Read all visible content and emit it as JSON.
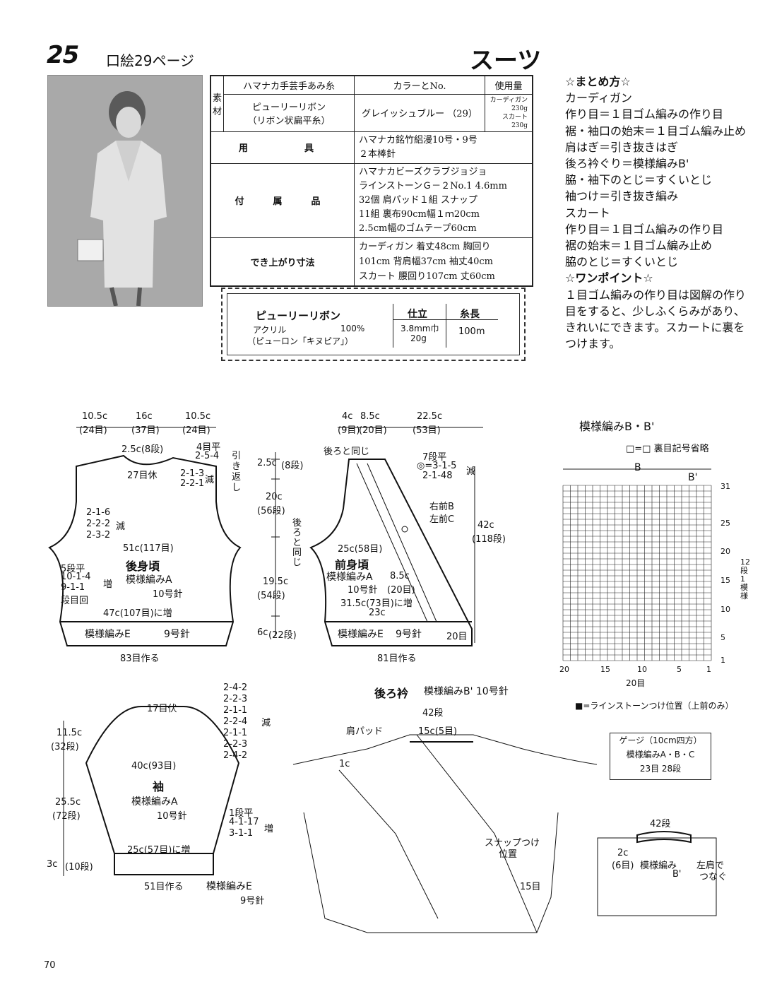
{
  "header": {
    "number": "25",
    "page_ref": "口絵29ページ",
    "title": "スーツ"
  },
  "materials": {
    "col_yarn": "ハマナカ手芸手あみ糸",
    "col_color": "カラーとNo.",
    "col_amount": "使用量",
    "row_label": "素材",
    "yarn_name": "ピューリーリボン",
    "yarn_sub": "（リボン状扁平糸）",
    "color": "グレイッシュブルー （29）",
    "amount_1": "カーディガン 230g",
    "amount_2": "スカート230g",
    "tools_label": "用　　具",
    "tools_1": "ハマナカ銘竹絽漫10号・9号",
    "tools_2": "２本棒針",
    "acc_label": "付　属　品",
    "acc_1": "ハマナカビーズクラブジョジョ",
    "acc_2": "ラインストーンＧ－２No.1 4.6mm",
    "acc_3": "32個 肩パッド１組 スナップ",
    "acc_4": "11組 裏布90cm幅１ｍ20cm",
    "acc_5": "2.5cm幅のゴムテープ60cm",
    "size_label": "でき上がり寸法",
    "size_1": "カーディガン 着丈48cm 胸回り",
    "size_2": "101cm 背肩幅37cm 袖丈40cm",
    "size_3": "スカート 腰回り107cm 丈60cm"
  },
  "yarn_info": {
    "name": "ピューリーリボン",
    "fiber": "アクリル",
    "pct": "100%",
    "brand": "（ピューロン「キヌピア」）",
    "h_finish": "仕立",
    "h_length": "糸長",
    "finish": "3.8mm巾",
    "weight": "20g",
    "length": "100m"
  },
  "notes": [
    "☆まとめ方☆",
    "カーディガン",
    "作り目＝１目ゴム編みの作り目",
    "裾・袖口の始末＝１目ゴム編み止め",
    "肩はぎ＝引き抜きはぎ",
    "後ろ衿ぐり＝模様編みB'",
    "脇・袖下のとじ＝すくいとじ",
    "袖つけ＝引き抜き編み",
    "スカート",
    "作り目＝１目ゴム編みの作り目",
    "裾の始末＝１目ゴム編み止め",
    "脇のとじ＝すくいとじ",
    "☆ワンポイント☆",
    "１目ゴム編みの作り目は図解の作り",
    "目をすると、少しふくらみがあり、",
    "きれいにできます。スカートに裏を",
    "つけます。"
  ],
  "back": {
    "w1": "10.5c",
    "w1s": "(24目)",
    "w2": "16c",
    "w2s": "(37目)",
    "w3": "10.5c",
    "w3s": "(24目)",
    "neck": "2.5c(8段)",
    "rest": "27目休",
    "sh": "4目平",
    "sh2": "2-5-4",
    "sh3": "引き返し",
    "dec1": "2-1-3",
    "dec2": "2-2-1",
    "dec_mark": "減",
    "arm1": "2-1-6",
    "arm2": "2-2-2",
    "arm3": "2-3-2",
    "chest": "51c(117目)",
    "inc0": "5段平",
    "inc1": "10-1-4",
    "inc2": "9-1-1",
    "inc3": "段目回",
    "inc_mark": "増",
    "name": "後身頃",
    "pat": "模様編みA",
    "needle": "10号針",
    "hem": "47c(107目)に増",
    "rib": "模様編みE",
    "rib_needle": "9号針",
    "cast": "83目作る"
  },
  "vert": {
    "a": "2.5c",
    "as": "(8段)",
    "b": "20c",
    "bs": "(56段)",
    "c": "19.5c",
    "cs": "(54段)",
    "d": "6c",
    "ds": "(22段)"
  },
  "front": {
    "w1": "4c",
    "w1s": "(9目)",
    "w2": "8.5c",
    "w2s": "(20目)",
    "w3": "22.5c",
    "w3s": "(53目)",
    "same": "後ろと同じ",
    "same2": "後ろと同じ",
    "s1": "7段平",
    "s2": "◎=3-1-5",
    "s3": "2-1-48",
    "s_mark": "減",
    "rb": "右前B",
    "lc": "左前C",
    "h": "42c",
    "hs": "(118段)",
    "chest": "25c(58目)",
    "name": "前身頃",
    "pat": "模様編みA",
    "needle": "10号針",
    "d1": "8.5c",
    "d1s": "(20目)",
    "hem": "31.5c(73目)に増",
    "hem2": "23c",
    "rib": "模様編みE",
    "rib_needle": "9号針",
    "side": "20目",
    "cast": "81目作る"
  },
  "chart": {
    "title": "模様編みB・B'",
    "legend": "□=□ 裏目記号省略",
    "b": "B",
    "b2": "B'",
    "r31": "31",
    "r25": "25",
    "r20": "20",
    "r15": "15",
    "r10": "10",
    "r5": "5",
    "r1": "1",
    "c20": "20",
    "c15": "15",
    "c10": "10",
    "c5": "5",
    "c1": "1",
    "width": "20目",
    "rep": "12段1模様",
    "stone": "■=ラインストーンつけ位置（上前のみ）"
  },
  "sleeve": {
    "top": "17目伏",
    "s1": "2-4-2",
    "s2": "2-2-3",
    "s3": "2-1-1",
    "s4": "2-2-4",
    "s5": "2-1-1",
    "s6": "2-2-3",
    "s7": "2-4-2",
    "s_mark": "減",
    "h1": "11.5c",
    "h1s": "(32段)",
    "w": "40c(93目)",
    "name": "袖",
    "pat": "模様編みA",
    "needle": "10号針",
    "h2": "25.5c",
    "h2s": "(72段)",
    "i1": "1段平",
    "i2": "4-1-17",
    "i3": "3-1-1",
    "i_mark": "増",
    "hem": "25c(57目)に増",
    "h3": "3c",
    "h3s": "(10段)",
    "cast": "51目作る",
    "rib": "模様編みE",
    "rib_needle": "9号針"
  },
  "collar": {
    "title": "後ろ衿",
    "pat": "模様編みB' 10号針",
    "rows": "42段",
    "pad": "肩パッド",
    "w": "15c(5目)",
    "c1": "1c",
    "snap": "スナップつけ",
    "snap2": "位置",
    "s15": "15目"
  },
  "gauge": {
    "l1": "ゲージ（10cm四方）",
    "l2": "模様編みA・B・C",
    "l3": "23目 28段"
  },
  "detail": {
    "rows": "42段",
    "w": "2c",
    "ws": "(6目)",
    "pat": "模様編み",
    "pat2": "B'",
    "join": "左肩で",
    "join2": "つなぐ"
  },
  "page_number": "70"
}
